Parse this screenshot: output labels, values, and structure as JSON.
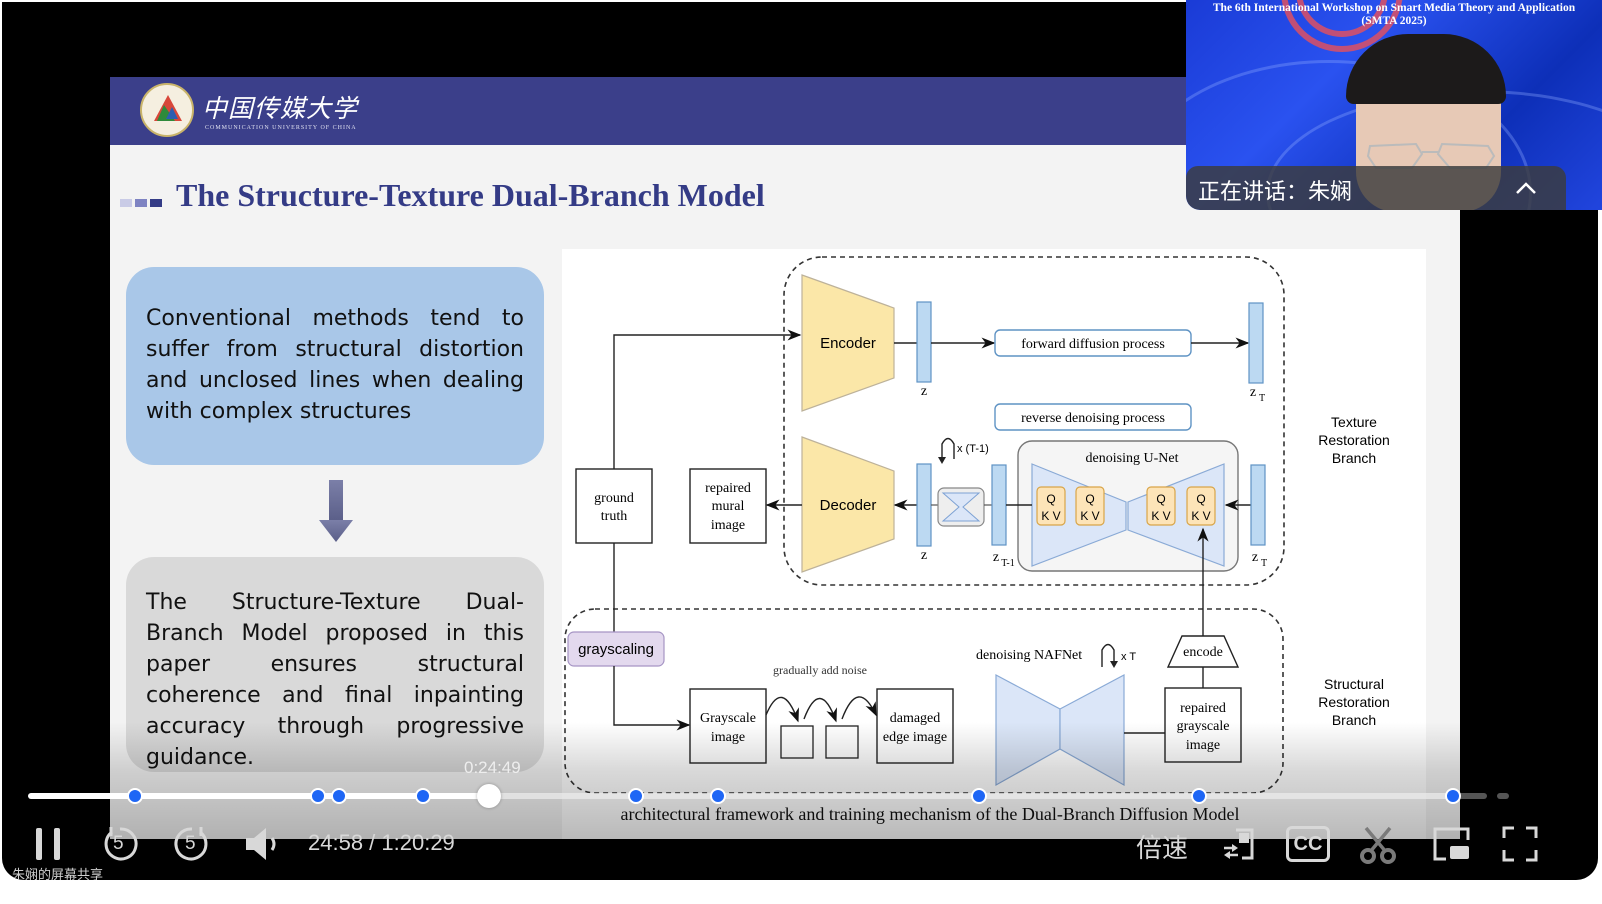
{
  "webcam": {
    "workshop_title_line1": "The 6th International Workshop on Smart Media Theory and Application",
    "workshop_title_line2": "(SMTA 2025)",
    "speaking_label": "正在讲话：朱娴",
    "collapse_icon": "chevron-up-icon"
  },
  "slide": {
    "logo_cn": "中国传媒大学",
    "logo_en": "COMMUNICATION UNIVERSITY OF CHINA",
    "title": "The Structure-Texture Dual-Branch Model",
    "bubble_problem": "Conventional methods tend to suffer from structural distortion and unclosed lines when dealing with complex structures",
    "bubble_solution": "The Structure-Texture Dual-Branch Model proposed in this paper ensures structural coherence and final inpainting accuracy through progressive guidance.",
    "colors": {
      "header": "#3b3f8a",
      "title": "#343b86",
      "bubble_problem": "#a9c7e8",
      "bubble_solution": "#d9d9d9",
      "encoder_fill": "#fbe7a8",
      "latent_fill": "#bcd9f2",
      "unet_fill": "#dbe6f8",
      "grayscaling_fill": "#e3d9ee"
    },
    "diagram": {
      "encoder": "Encoder",
      "decoder": "Decoder",
      "z": "z",
      "zT": "z",
      "zT_sub": "T",
      "zT1": "z",
      "zT1_sub": "T-1",
      "forward": "forward diffusion process",
      "reverse": "reverse denoising process",
      "loop_label": "x (T-1)",
      "unet_title": "denoising U-Net",
      "attn_q": "Q",
      "attn_kv": "K V",
      "ground_truth_1": "ground",
      "ground_truth_2": "truth",
      "repaired_mural_1": "repaired",
      "repaired_mural_2": "mural",
      "repaired_mural_3": "image",
      "texture_branch_1": "Texture",
      "texture_branch_2": "Restoration",
      "texture_branch_3": "Branch",
      "grayscaling": "grayscaling",
      "gradually_noise": "gradually add noise",
      "grayscale_img_1": "Grayscale",
      "grayscale_img_2": "image",
      "damaged_edge_1": "damaged",
      "damaged_edge_2": "edge image",
      "nafnet": "denoising  NAFNet",
      "nafnet_loop": "x T",
      "encode": "encode",
      "repaired_gray_1": "repaired",
      "repaired_gray_2": "grayscale",
      "repaired_gray_3": "image",
      "structural_branch_1": "Structural",
      "structural_branch_2": "Restoration",
      "structural_branch_3": "Branch"
    },
    "caption": "architectural framework and training mechanism of the Dual-Branch Diffusion Model"
  },
  "player": {
    "hover_time": "0:24:49",
    "current_time": "24:58",
    "duration": "1:20:29",
    "time_display": "24:58 / 1:20:29",
    "progress_fraction": 0.3105,
    "buffered_fraction": 0.33,
    "chapter_marker_fractions": [
      0.072,
      0.195,
      0.209,
      0.266,
      0.409,
      0.464,
      0.64,
      0.788,
      0.959
    ],
    "rewind_seconds": "5",
    "forward_seconds": "5",
    "speed_label": "倍速",
    "cc_label": "CC",
    "share_label": "朱娴的屏幕共享",
    "accent": "#1e66f5"
  }
}
